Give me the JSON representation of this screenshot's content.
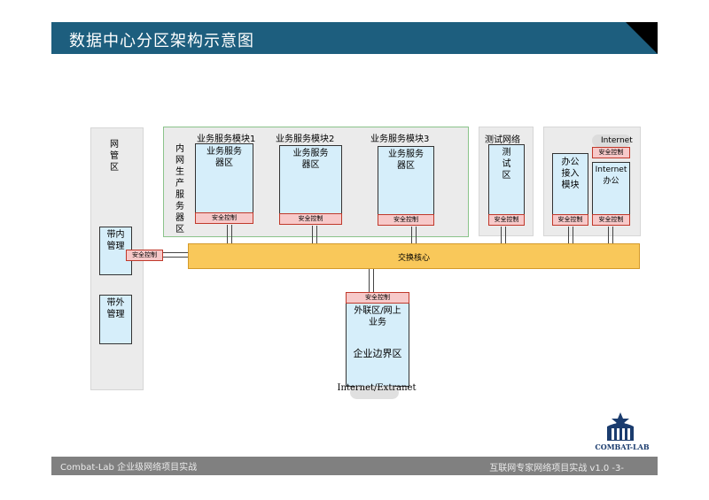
{
  "title": "数据中心分区架构示意图",
  "zones": {
    "mgmt_label": "网管区",
    "inband_label": "带内管理",
    "outband_label": "带外管理",
    "intranet_label": "内网生产服务器区",
    "test_label": "测试网络",
    "test_box": "测试区"
  },
  "modules": [
    {
      "title": "业务服务模块1",
      "box": "业务服务器区"
    },
    {
      "title": "业务服务模块2",
      "box": "业务服务器区"
    },
    {
      "title": "业务服务模块3",
      "box": "业务服务器区"
    }
  ],
  "office": {
    "access_box": "办公接入模块",
    "internet_office_box": "Internet办公",
    "internet_label": "Internet"
  },
  "core_label": "交换核心",
  "security_label": "安全控制",
  "extranet": {
    "box_top": "外联区/网上业务",
    "box_main": "企业边界区",
    "cloud_label": "Internet/Extranet"
  },
  "footer": {
    "left": "Combat-Lab 企业级网络项目实战",
    "right": "互联网专家网络项目实战 v1.0 -3-"
  },
  "logo": {
    "text": "COMBAT-LAB"
  },
  "colors": {
    "title_bg": "#1d5e7e",
    "core": "#f9c85a",
    "server_box": "#d6eefa",
    "security": "#f7c9c9",
    "footer_bg": "#808080"
  }
}
